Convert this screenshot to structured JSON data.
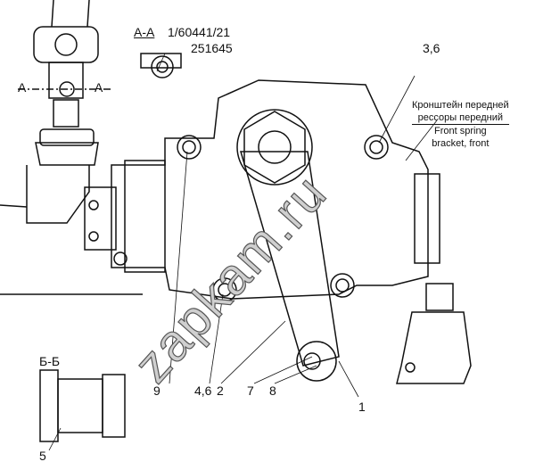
{
  "section_aa": {
    "title": "А-А",
    "part_number": "1/60441/21",
    "part_number_2": "251645"
  },
  "section_marks": {
    "a_left": "А",
    "a_right": "А"
  },
  "section_bb": {
    "title": "Б-Б"
  },
  "callouts": {
    "c36": "3,6",
    "c9": "9",
    "c46": "4,6",
    "c2": "2",
    "c7": "7",
    "c8": "8",
    "c1": "1",
    "c5": "5"
  },
  "bracket_label": {
    "ru_1": "Кронштейн передней",
    "ru_2": "рессоры передний",
    "en_1": "Front spring",
    "en_2": "bracket, front"
  },
  "watermark": "zapkam.ru"
}
